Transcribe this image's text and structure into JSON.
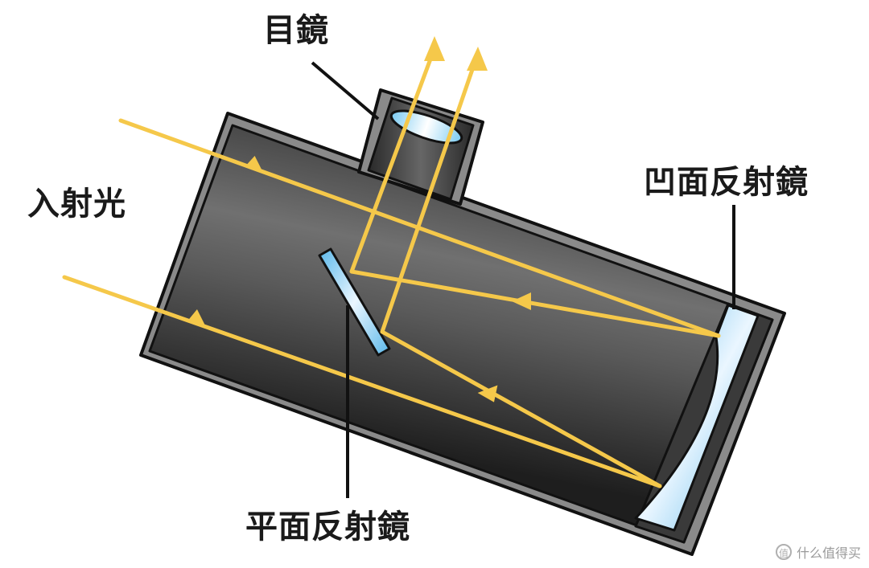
{
  "labels": {
    "eyepiece": "目鏡",
    "incident_light": "入射光",
    "concave_mirror": "凹面反射鏡",
    "flat_mirror": "平面反射鏡"
  },
  "watermark": {
    "logo": "值",
    "text": "什么值得买"
  },
  "colors": {
    "tube_dark": "#2b2b2b",
    "tube_mid": "#6e6e6e",
    "tube_edge": "#888888",
    "light_ray": "#f5c84a",
    "mirror_blue": "#6fc3ef",
    "outline": "#111111"
  },
  "icons": {
    "ray_arrow": "arrow-icon"
  }
}
